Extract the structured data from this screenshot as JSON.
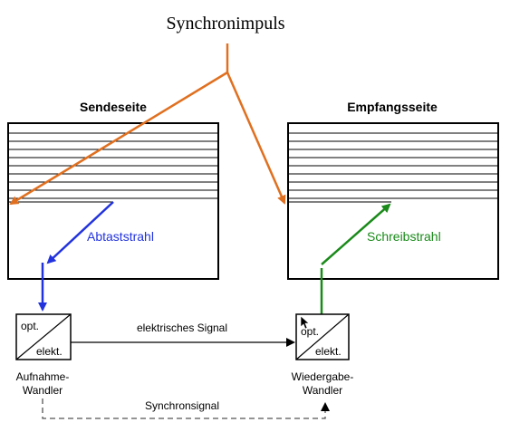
{
  "title": "Synchronimpuls",
  "sender": {
    "heading": "Sendeseite",
    "beam_label": "Abtaststrahl",
    "converter": {
      "top": "opt.",
      "bottom": "elekt.",
      "caption_line1": "Aufnahme-",
      "caption_line2": "Wandler"
    }
  },
  "receiver": {
    "heading": "Empfangsseite",
    "beam_label": "Schreibstrahl",
    "converter": {
      "top": "opt.",
      "bottom": "elekt.",
      "caption_line1": "Wiedergabe-",
      "caption_line2": "Wandler"
    }
  },
  "signal_label": "elektrisches Signal",
  "sync_label": "Synchronsignal",
  "colors": {
    "sync_arrow": "#e07020",
    "scan_beam": "#2233dd",
    "write_beam": "#1a8a1a",
    "lines": "#000000",
    "dashed": "#555555"
  }
}
